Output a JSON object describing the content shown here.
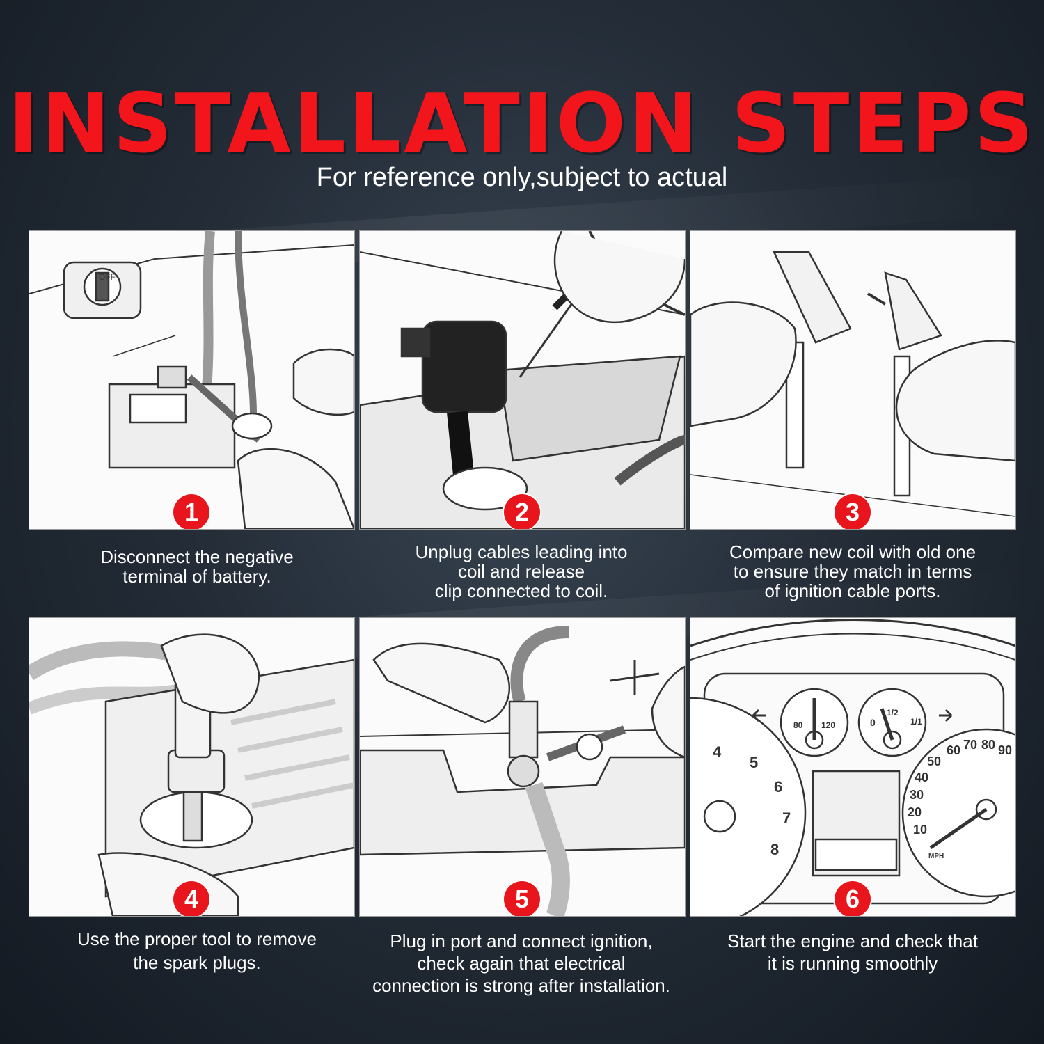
{
  "header": {
    "title": "INSTALLATION STEPS",
    "subtitle": "For reference only,subject to actual"
  },
  "steps": [
    {
      "number": "1",
      "caption": "Disconnect the negative\nterminal of battery."
    },
    {
      "number": "2",
      "caption": "Unplug cables leading into\ncoil and release\nclip connected to coil."
    },
    {
      "number": "3",
      "caption": "Compare new coil with old one\nto ensure they match in terms\nof ignition cable ports."
    },
    {
      "number": "4",
      "caption": "Use the proper tool to remove\nthe spark plugs."
    },
    {
      "number": "5",
      "caption": "Plug in port and connect ignition,\ncheck again that electrical\nconnection is strong after installation."
    },
    {
      "number": "6",
      "caption": "Start the engine and check that\nit is running smoothly"
    }
  ],
  "illustrations": {
    "off_switch_label": "OFF",
    "gauge_numbers": [
      "4",
      "5",
      "6",
      "7",
      "8"
    ],
    "speed_numbers": [
      "10",
      "20",
      "30",
      "40",
      "50",
      "60",
      "70",
      "80",
      "90"
    ],
    "temp_labels": [
      "80",
      "120"
    ],
    "fuel_labels": [
      "0",
      "1/2",
      "1/1"
    ],
    "speed_unit": "MPH"
  },
  "colors": {
    "accent": "#e8161c",
    "title": "#f2151c"
  }
}
